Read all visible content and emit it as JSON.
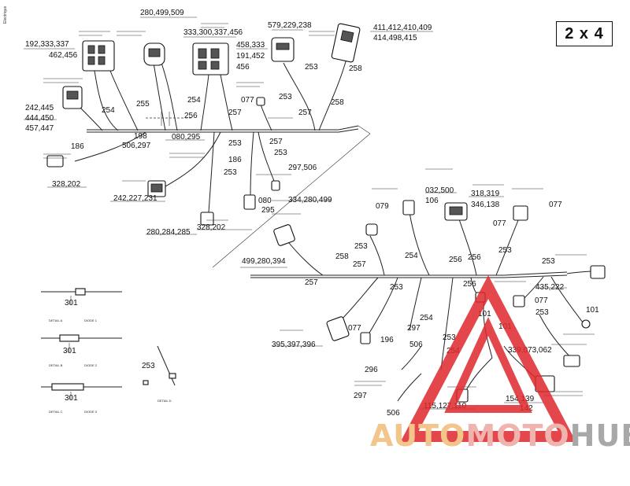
{
  "badge": "2 x 4",
  "side_note": "Electrique",
  "watermark": {
    "part1": "AUTO",
    "part2": "MOTO",
    "part3": "HUB",
    "colors": {
      "part1": "#f2c58a",
      "part2": "#f0b4ae",
      "part3": "#a8a8a8",
      "triangle": "#e0282c"
    }
  },
  "labels": {
    "l01": "192,333,337",
    "l02": "462,456",
    "l03": "280,499,509",
    "l04": "333,300,337,456",
    "l05": "458,333",
    "l06": "191,452",
    "l07": "456",
    "l08": "579,229,238",
    "l09": "411,412,410,409",
    "l10": "414,498,415",
    "l11": "253",
    "l12": "258",
    "l13": "242,445",
    "l14": "444,450",
    "l15": "457,447",
    "l16": "254",
    "l17": "255",
    "l18": "254",
    "l19": "256",
    "l20": "077",
    "l21": "253",
    "l22": "257",
    "l23": "258",
    "l24": "198",
    "l25": "506,297",
    "l26": "080,295",
    "l27": "257",
    "l28": "257",
    "l29": "186",
    "l30": "253",
    "l31": "186",
    "l32": "253",
    "l33": "328,202",
    "l34": "242,227,231",
    "l35": "253",
    "l36": "297,506",
    "l37": "080",
    "l38": "295",
    "l39": "280,284,285",
    "l40": "328,202",
    "l41": "334,280,499",
    "l42": "079",
    "l43": "032,500",
    "l44": "106",
    "l45": "318,319",
    "l46": "346,138",
    "l47": "077",
    "l48": "077",
    "l49": "253",
    "l50": "258",
    "l51": "257",
    "l52": "499,280,394",
    "l53": "254",
    "l54": "256",
    "l55": "256",
    "l56": "253",
    "l57": "253",
    "l58": "257",
    "l59": "256",
    "l60": "435,222",
    "l61": "253",
    "l62": "077",
    "l63": "101",
    "l64": "253",
    "l65": "101",
    "l66": "101",
    "l67": "254",
    "l68": "297",
    "l69": "077",
    "l70": "196",
    "l71": "506",
    "l72": "253",
    "l73": "254",
    "l74": "339,073,062",
    "l75": "395,397,396",
    "l76": "296",
    "l77": "297",
    "l78": "506",
    "l79": "115,127,110",
    "l80": "154,139",
    "l81": "142",
    "l82": "301",
    "l83": "301",
    "l84": "301",
    "l85": "253"
  },
  "details": {
    "a": "DETAIL A",
    "a_sub": "DIODE 1",
    "b": "DETAIL B",
    "b_sub": "DIODE 2",
    "c": "DETAIL C",
    "c_sub": "DIODE 3",
    "d": "DETAIL D"
  }
}
